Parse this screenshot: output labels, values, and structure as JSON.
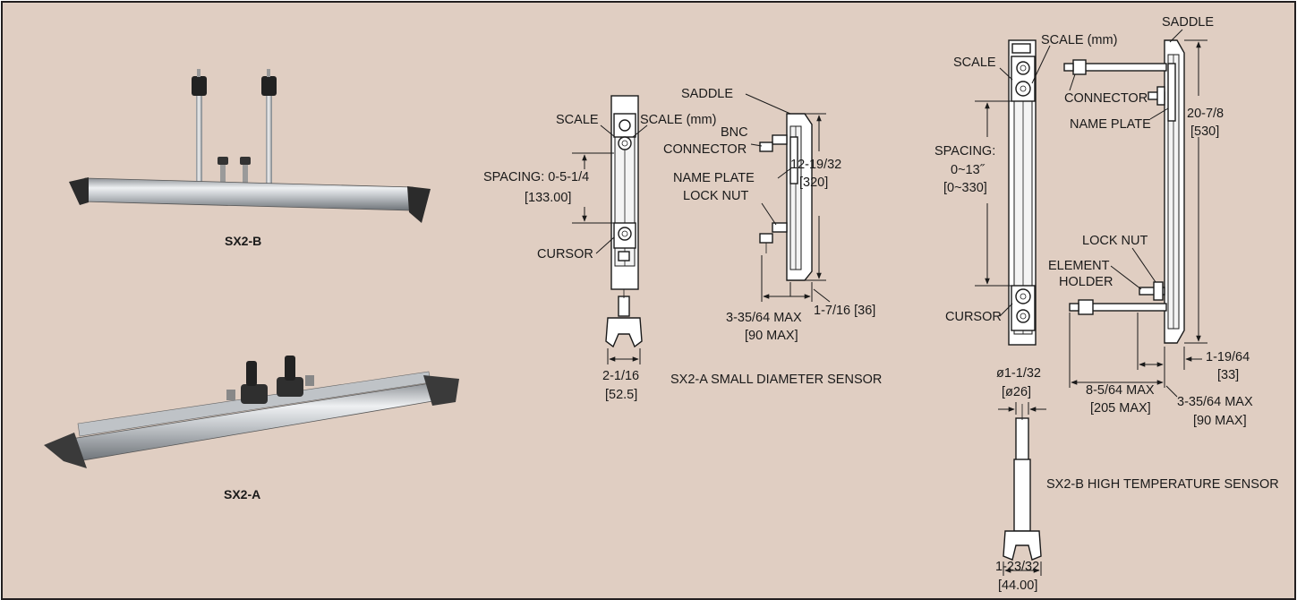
{
  "photos": {
    "sx2b_caption": "SX2-B",
    "sx2a_caption": "SX2-A"
  },
  "small_sensor": {
    "title": "SX2-A SMALL DIAMETER SENSOR",
    "scale": "SCALE",
    "scale_mm": "SCALE (mm)",
    "spacing": "SPACING: 0-5-1/4",
    "spacing_mm": "[133.00]",
    "cursor": "CURSOR",
    "saddle": "SADDLE",
    "bnc": "BNC",
    "connector": "CONNECTOR",
    "name_plate": "NAME PLATE",
    "lock_nut": "LOCK NUT",
    "length": "12-19/32",
    "length_mm": "[320]",
    "depth": "3-35/64 MAX",
    "depth_mm": "[90 MAX]",
    "width": "1-7/16 [36]",
    "clamp_width": "2-1/16",
    "clamp_width_mm": "[52.5]"
  },
  "high_temp_sensor": {
    "title": "SX2-B HIGH TEMPERATURE SENSOR",
    "scale": "SCALE",
    "scale_mm": "SCALE (mm)",
    "saddle": "SADDLE",
    "connector": "CONNECTOR",
    "name_plate": "NAME PLATE",
    "spacing": "SPACING:",
    "spacing_in": "0~13˝",
    "spacing_mm": "[0~330]",
    "length": "20-7/8",
    "length_mm": "[530]",
    "lock_nut": "LOCK NUT",
    "element": "ELEMENT",
    "holder": "HOLDER",
    "cursor": "CURSOR",
    "width": "1-19/64",
    "width_mm": "[33]",
    "reach": "8-5/64 MAX",
    "reach_mm": "[205 MAX]",
    "depth": "3-35/64 MAX",
    "depth_mm": "[90 MAX]",
    "diameter": "ø1-1/32",
    "diameter_mm": "[ø26]",
    "clamp_width": "1-23/32",
    "clamp_width_mm": "[44.00]"
  }
}
